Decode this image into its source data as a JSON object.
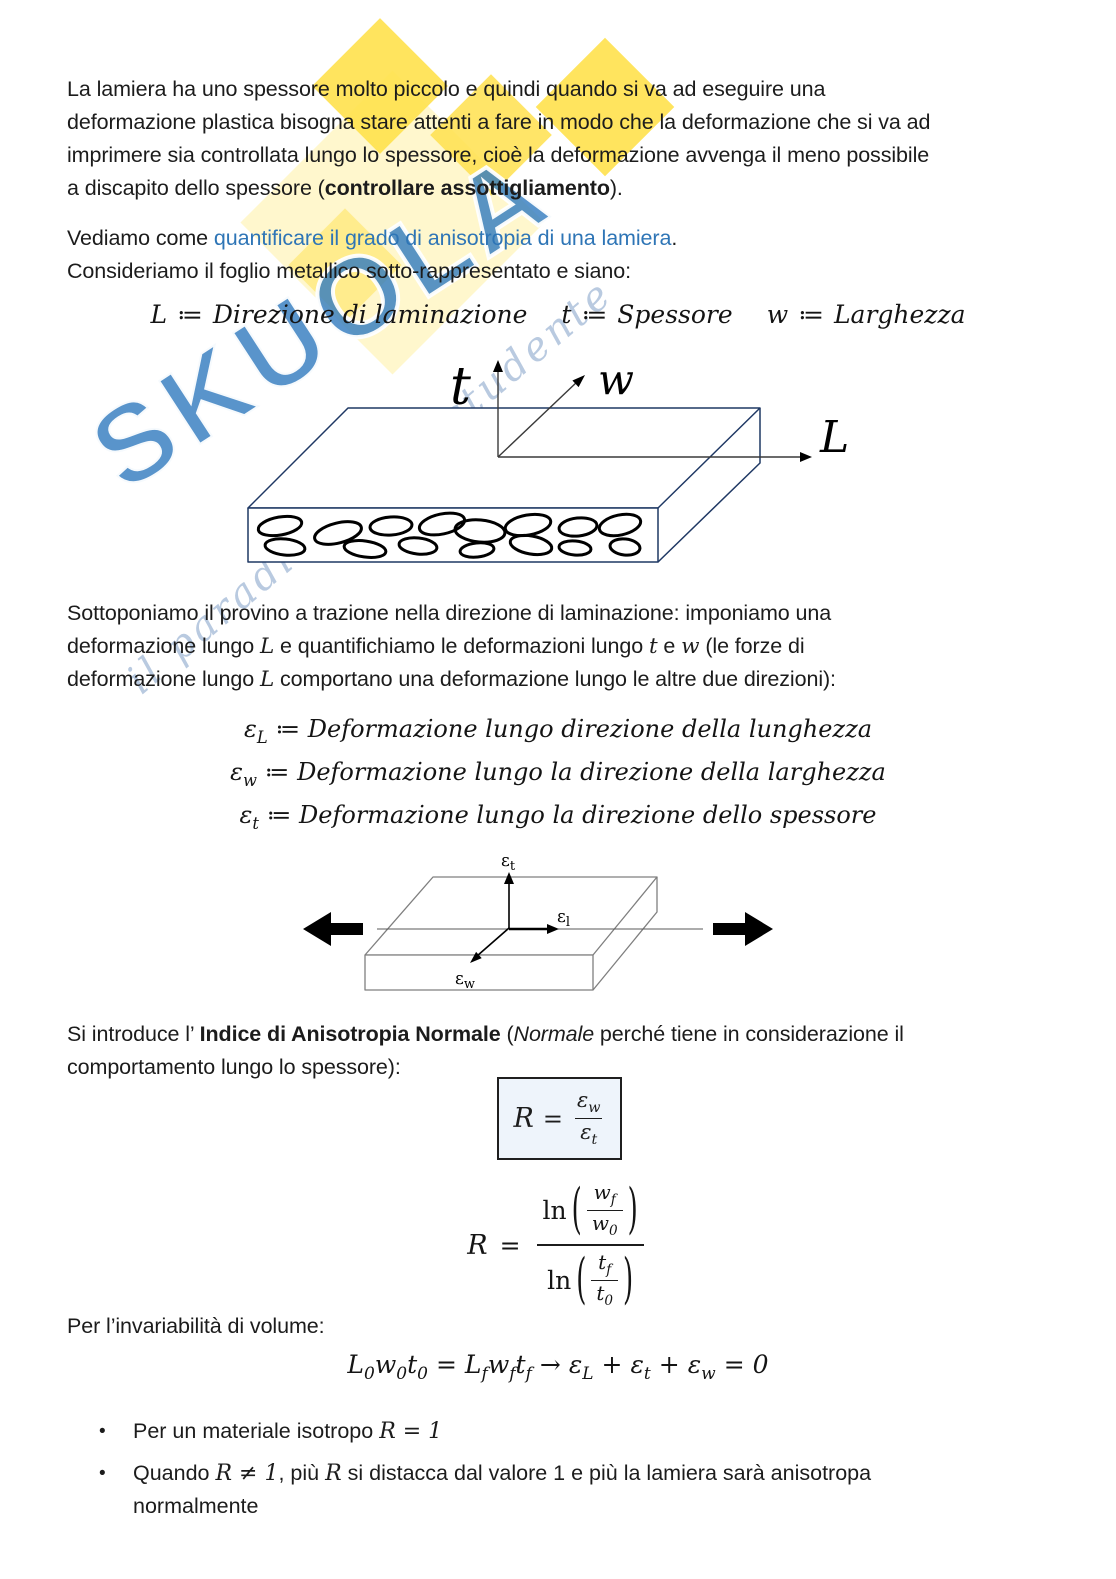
{
  "watermark": {
    "brand": "SKUOLA",
    "tagline": "il paradiso dello studente",
    "brand_color": "#347dc0",
    "diamond_color": "#ffe14d"
  },
  "para1": {
    "line1": "La lamiera ha uno spessore molto piccolo e quindi quando si va ad eseguire una",
    "line2": "deformazione plastica bisogna stare attenti a fare in modo che la deformazione che si va ad",
    "line3": "imprimere sia controllata lungo lo spessore, cioè la deformazione avvenga il meno possibile",
    "line4_pre": "a discapito dello spessore (",
    "line4_bold": "controllare assottigliamento",
    "line4_post": ")."
  },
  "para2": {
    "pre": "Vediamo come ",
    "highlight": "quantificare il grado di anisotropia di una lamiera",
    "post": ".",
    "highlight_color": "#2e75b6"
  },
  "para3": {
    "text": "Consideriamo il foglio metallico sotto-rappresentato e siano:"
  },
  "definitions": {
    "L_sym": "L",
    "L_assign": "≔",
    "L_def": "Direzione di laminazione",
    "t_sym": "t",
    "t_assign": "≔",
    "t_def": "Spessore",
    "w_sym": "w",
    "w_assign": "≔",
    "w_def": "Larghezza"
  },
  "diagram1": {
    "axis_t": "t",
    "axis_w": "w",
    "axis_L": "L"
  },
  "para4": {
    "line1": "Sottoponiamo il provino a trazione nella direzione di laminazione: imponiamo una",
    "line2_pre": "deformazione lungo ",
    "line2_L": "L",
    "line2_mid": " e quantifichiamo le deformazioni lungo ",
    "line2_t": "t",
    "line2_e": " e ",
    "line2_w": "w",
    "line2_post": " (le forze di",
    "line3_pre": "deformazione lungo ",
    "line3_L": "L",
    "line3_post": " comportano una deformazione lungo le altre due direzioni):"
  },
  "eps_definitions": [
    {
      "sym": "ε",
      "sub": "L",
      "assign": "≔",
      "text": "Deformazione lungo direzione della lunghezza"
    },
    {
      "sym": "ε",
      "sub": "w",
      "assign": "≔",
      "text": "Deformazione lungo la direzione della larghezza"
    },
    {
      "sym": "ε",
      "sub": "t",
      "assign": "≔",
      "text": "Deformazione lungo la direzione dello spessore"
    }
  ],
  "diagram2": {
    "eps": "ε",
    "sub_t": "t",
    "sub_l": "l",
    "sub_w": "w"
  },
  "para5": {
    "pre": "Si introduce l’ ",
    "bold": "Indice di Anisotropia Normale",
    "mid": " (",
    "italic": "Normale",
    "post": " perché tiene in considerazione il",
    "line2": "comportamento lungo lo spessore):"
  },
  "formula_r": {
    "lhs": "R",
    "eq": "=",
    "num_b": "ε",
    "num_s": "w",
    "den_b": "ε",
    "den_s": "t"
  },
  "formula_r_log": {
    "lhs": "R",
    "eq": "=",
    "ln": "ln",
    "lp": "(",
    "rp": ")",
    "num": {
      "top_b": "w",
      "top_s": "f",
      "bot_b": "w",
      "bot_s": "0"
    },
    "den": {
      "top_b": "t",
      "top_s": "f",
      "bot_b": "t",
      "bot_s": "0"
    }
  },
  "para6": {
    "text": "Per l’invariabilità di volume:"
  },
  "volume_eq": {
    "g1": [
      {
        "b": "L",
        "s": "0"
      },
      {
        "b": "w",
        "s": "0"
      },
      {
        "b": "t",
        "s": "0"
      }
    ],
    "eq": "=",
    "g2": [
      {
        "b": "L",
        "s": "f"
      },
      {
        "b": "w",
        "s": "f"
      },
      {
        "b": "t",
        "s": "f"
      }
    ],
    "arrow": "→",
    "g3": [
      {
        "b": "ε",
        "s": "L"
      },
      {
        "b": "ε",
        "s": "t"
      },
      {
        "b": "ε",
        "s": "w"
      }
    ],
    "plus": "+",
    "eq2": "=",
    "zero": "0"
  },
  "bullets": {
    "bullet_char": "•",
    "b1_pre": "Per un materiale isotropo ",
    "b1_math": "R = 1",
    "b2_pre": "Quando ",
    "b2_math1": "R ≠ 1",
    "b2_mid1": ", più ",
    "b2_math2": "R",
    "b2_mid2": " si distacca dal valore 1 e più la lamiera sarà anisotropa",
    "b2_line2": "normalmente"
  }
}
